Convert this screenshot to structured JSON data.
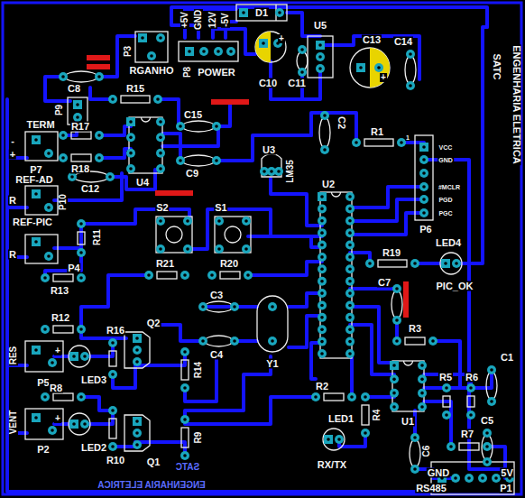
{
  "diagram": {
    "labels": [
      "+5V",
      "GND",
      "12V",
      "-5V",
      "D1",
      "U5",
      "C13",
      "C14",
      "P3",
      "RGANHO",
      "P8",
      "POWER",
      "C10",
      "C11",
      "SATC",
      "ENGENHARIA ELETRICA",
      "C8",
      "P9",
      "R15",
      "C15",
      "TERM",
      "R17",
      "C2",
      "R1",
      "1",
      "VCC",
      "GND",
      "#MCLR",
      "PGD",
      "PGC",
      "-",
      "+",
      "P7",
      "R18",
      "C9",
      "U3",
      "LM35",
      "U4",
      "C12",
      "REF-AD",
      "P10",
      "R",
      "U2",
      "P6",
      "S2",
      "S1",
      "REF-PIC",
      "R11",
      "R",
      "P4",
      "R21",
      "R20",
      "R19",
      "LED4",
      "R13",
      "C7",
      "PIC_OK",
      "C3",
      "R12",
      "R16",
      "Q2",
      "R3",
      "C4",
      "Y1",
      "RES",
      "P5",
      "LED3",
      "R14",
      "R8",
      "R2",
      "LED1",
      "R5",
      "R6",
      "C1",
      "R4",
      "U1",
      "C5",
      "VENT",
      "R7",
      "R9",
      "P2",
      "LED2",
      "C6",
      "R10",
      "Q1",
      "RX/TX",
      "SATC",
      "ENGENHARIA ELETRICA",
      "GND",
      "5V",
      "RS485",
      "P1",
      "+",
      "+",
      "+",
      "+"
    ]
  }
}
